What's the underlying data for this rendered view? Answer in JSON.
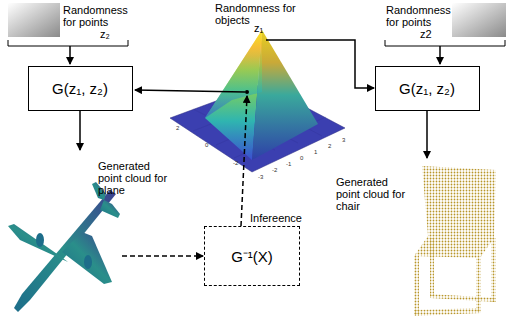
{
  "diagram": {
    "nodes": [
      {
        "text": [
          "G(z₁, z₂)"
        ]
      },
      {
        "text": [
          "G(z₁, z₂)"
        ]
      },
      {
        "text": [
          "G⁻¹(X)"
        ]
      }
    ],
    "labels": [
      "Randomness for points",
      "z₂",
      "Randomness for objects",
      "z₁",
      "Randomness for points",
      "z2",
      "Generated point cloud for plane",
      "Generated point cloud for chair",
      "Infereence",
      "2",
      "0",
      "-2",
      "-3",
      "-2",
      "-1",
      "0",
      "1",
      "2",
      "3"
    ]
  }
}
